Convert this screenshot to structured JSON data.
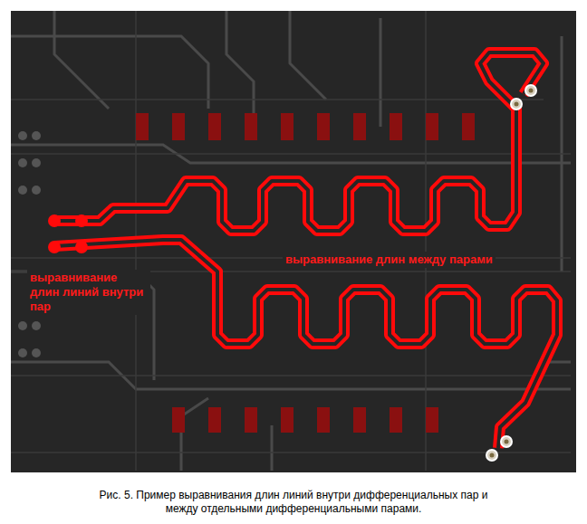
{
  "diagram": {
    "caption": "Рис. 5. Пример выравнивания длин линий внутри дифференциальных пар и между отдельными дифференциальными парами.",
    "labels": [
      "выравнивание длин между парами",
      "выравнивание длин линий внутри пар"
    ]
  }
}
